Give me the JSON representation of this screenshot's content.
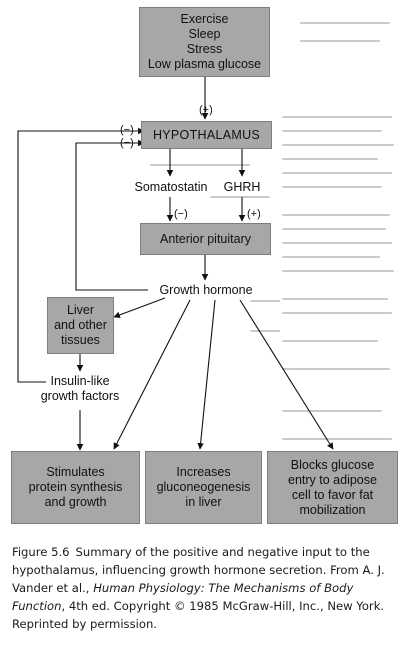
{
  "diagram": {
    "nodes": {
      "stimuli": "Exercise\nSleep\nStress\nLow plasma glucose",
      "hypothalamus": "HYPOTHALAMUS",
      "somatostatin": "Somatostatin",
      "ghrh": "GHRH",
      "anterior_pituitary": "Anterior pituitary",
      "growth_hormone": "Growth hormone",
      "liver": "Liver\nand other\ntissues",
      "igf": "Insulin-like\ngrowth factors",
      "protein": "Stimulates\nprotein synthesis\nand growth",
      "gluconeogenesis": "Increases\ngluconeogenesis\nin liver",
      "glucose": "Blocks glucose\nentry to adipose\ncell to favor fat\nmobilization"
    },
    "signs": {
      "stimuli_to_hypothalamus": "(+)",
      "feedback_gh": "(−)",
      "feedback_igf": "(−)",
      "somatostatin_effect": "(−)",
      "ghrh_effect": "(+)"
    }
  },
  "caption": {
    "figure_label": "Figure 5.6",
    "text": "Summary of the positive and negative input to the hypothalamus, influencing growth hormone secretion. From A. J. Vander et al., ",
    "book_title": "Human Physiology: The Mechanisms of Body Function",
    "rest": ", 4th ed. Copyright © 1985 McGraw-Hill, Inc., New York. Reprinted by permission."
  }
}
